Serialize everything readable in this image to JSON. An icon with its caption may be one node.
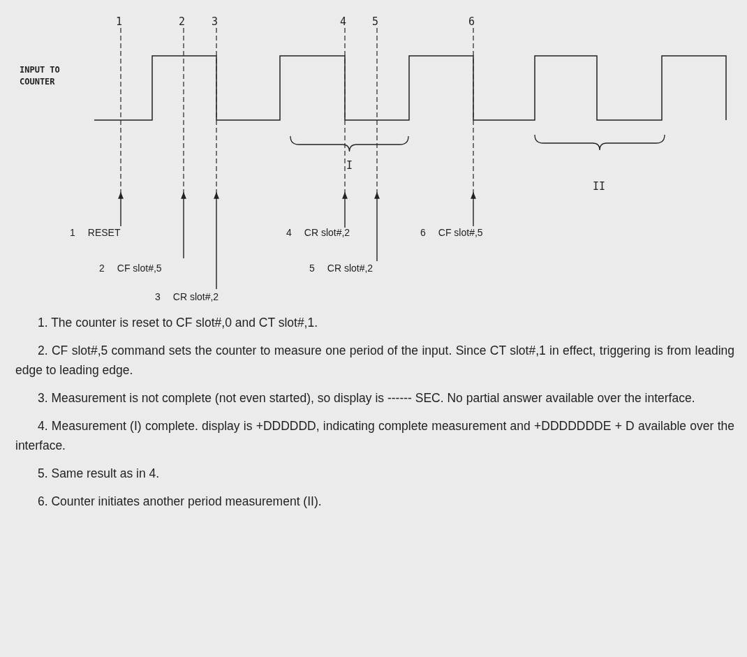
{
  "diagram": {
    "nodes": [
      {
        "text": [
          "1",
          "RESET"
        ]
      },
      {
        "text": [
          "2",
          "CF slot#,5"
        ]
      },
      {
        "text": [
          "3",
          "CR slot#,2"
        ]
      },
      {
        "text": [
          "4",
          "CR slot#,2"
        ]
      },
      {
        "text": [
          "5",
          "CR slot#,2"
        ]
      },
      {
        "text": [
          "6",
          "CF slot#,5"
        ]
      }
    ],
    "edges": [
      {
        "from": 0,
        "to": null,
        "arrow": "to"
      },
      {
        "from": 1,
        "to": null,
        "arrow": "to"
      },
      {
        "from": 2,
        "to": null,
        "arrow": "to"
      },
      {
        "from": 3,
        "to": null,
        "arrow": "to"
      },
      {
        "from": 4,
        "to": null,
        "arrow": "to"
      },
      {
        "from": 5,
        "to": null,
        "arrow": "to"
      }
    ],
    "labels": [
      "INPUT TO COUNTER",
      "1",
      "2",
      "3",
      "4",
      "5",
      "6",
      "I",
      "II",
      "1. The counter is reset to CF slot#,0 and CT slot#,1.",
      "2. CF slot#,5 command sets the counter to measure one period of the input. Since CT slot#,1 in effect, triggering is from leading edge to leading edge.",
      "3. Measurement is not complete (not even started), so display is ------ SEC. No partial answer available over the interface.",
      "4. Measurement (I) complete. display is +DDDDDD, indicating complete measurement and +DDDDDDDE + D available over the interface.",
      "5. Same result as in 4.",
      "6. Counter initiates another period measurement (II)."
    ]
  }
}
